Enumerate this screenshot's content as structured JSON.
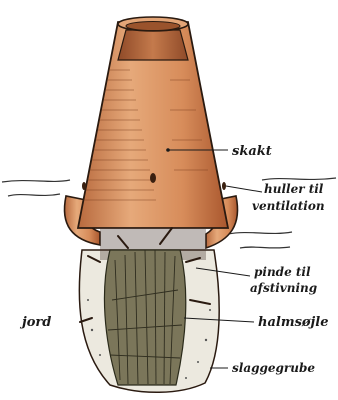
{
  "labels": {
    "shaft": "skakt",
    "holes_line1": "huller til",
    "holes_line2": "ventilation",
    "sticks_line1": "pinde til",
    "sticks_line2": "afstivning",
    "straw_column": "halmsøjle",
    "slag_pit": "slaggegrube",
    "soil": "jord"
  },
  "colors": {
    "furnace_clay": "#d9956a",
    "furnace_dark": "#a55a34",
    "outline": "#2a1a10",
    "straw": "#6f6a4a",
    "pit": "#e9e6dc"
  }
}
